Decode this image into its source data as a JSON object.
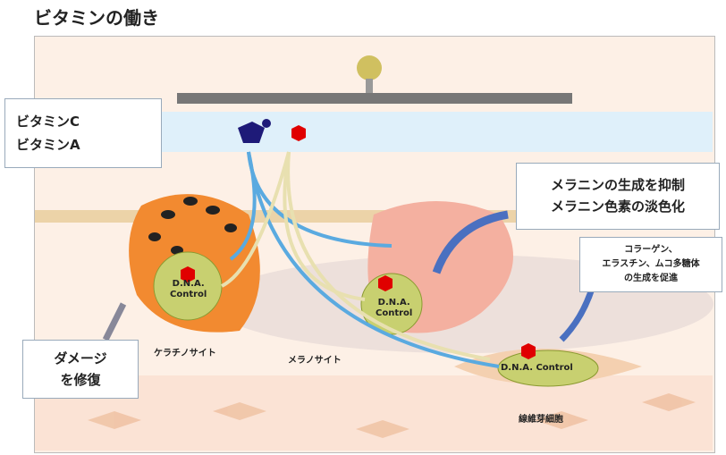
{
  "title": "ビタミンの働き",
  "legend": {
    "vitc": "ビタミンC",
    "vita": "ビタミンA"
  },
  "effects": {
    "melanin_line1": "メラニンの生成を抑制",
    "melanin_line2": "メラニン色素の淡色化",
    "collagen_line1": "コラーゲン、",
    "collagen_line2": "エラスチン、ムコ多糖体",
    "collagen_line3": "の生成を促進",
    "damage_line1": "ダメージ",
    "damage_line2": "を修復"
  },
  "cells": {
    "keratinocyte": "ケラチノサイト",
    "melanocyte": "メラノサイト",
    "fibroblast": "線維芽細胞"
  },
  "dna": {
    "line1": "D.N.A.",
    "line2": "Control",
    "full": "D.N.A. Control"
  },
  "colors": {
    "vitc": "#1e1a78",
    "vita": "#e00000",
    "arrow_blue": "#4a70c0"
  }
}
